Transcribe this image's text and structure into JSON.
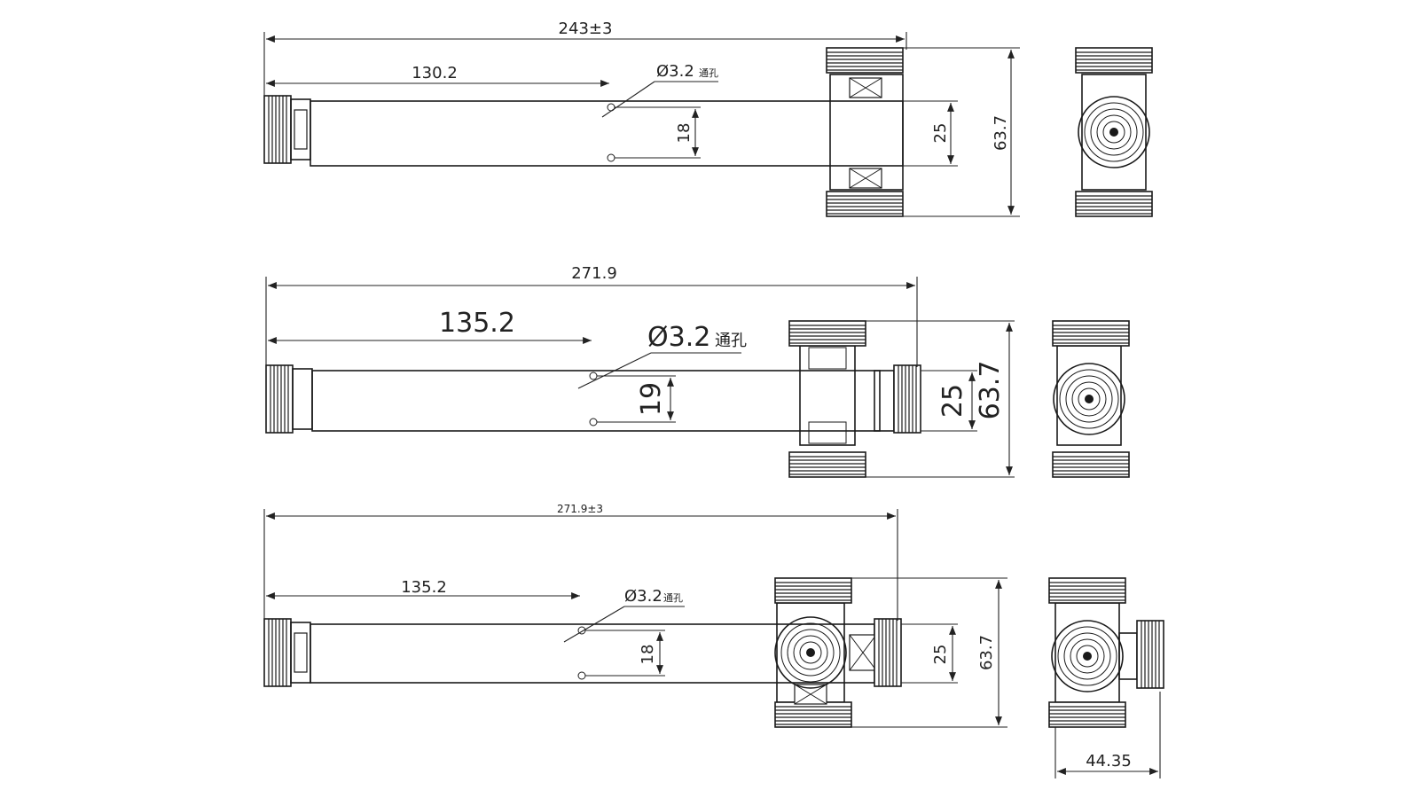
{
  "views": [
    {
      "id": "two-way",
      "overall_length": "243±3",
      "hole_offset": "130.2",
      "hole_spec": "Ø3.2",
      "hole_note": "通孔",
      "hole_pitch": "18",
      "body_height": "25",
      "outlet_span": "63.7"
    },
    {
      "id": "three-way",
      "overall_length": "271.9",
      "hole_offset": "135.2",
      "hole_spec": "Ø3.2",
      "hole_note": "通孔",
      "hole_pitch": "19",
      "body_height": "25",
      "outlet_span": "63.7"
    },
    {
      "id": "four-way",
      "overall_length": "271.9±3",
      "hole_offset": "135.2",
      "hole_spec": "Ø3.2",
      "hole_note": "通孔",
      "hole_pitch": "18",
      "body_height": "25",
      "outlet_span": "63.7",
      "end_width": "44.35"
    }
  ],
  "colors": {
    "line": "#1a1a1a",
    "paper": "#ffffff"
  }
}
